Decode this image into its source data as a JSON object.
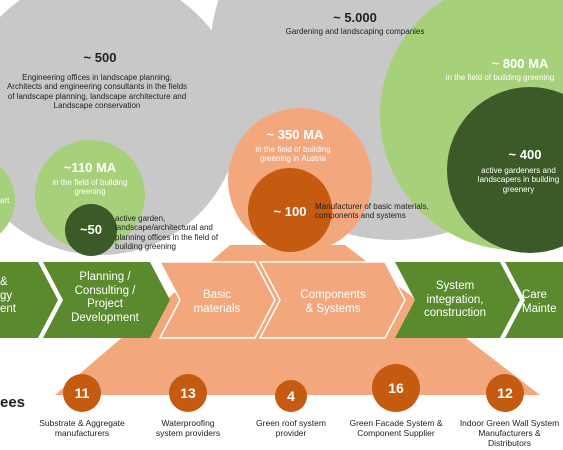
{
  "colors": {
    "gray": "#c8c8c8",
    "light_green": "#a6d07a",
    "dark_green": "#3c5a28",
    "peach": "#f3a77d",
    "orange": "#c55a11",
    "arrow_green": "#5b8a2e"
  },
  "circles": {
    "gardening": {
      "count": "~ 5.000",
      "label": "Gardening and landscaping companies"
    },
    "engineering": {
      "count": "~ 500",
      "label": "Engineering offices in landscape planning, Architects and engineering consultants in the fields of landscape planning, landscape architecture and Landscape conservation"
    },
    "ma110": {
      "count": "~110 MA",
      "label": "in the field of building greening"
    },
    "ma800": {
      "count": "~ 800 MA",
      "label": "in the field of building greening"
    },
    "planning50": {
      "count": "~50",
      "label": "active garden, landscape/architectural and planning offices in the field of building greening"
    },
    "gardeners400": {
      "count": "~ 400",
      "label": "active gardeners and landscapers in building greenery"
    },
    "ma350": {
      "count": "~ 350 MA",
      "label": "in the field of building greening in Austria"
    },
    "manufacturers100": {
      "count": "~ 100",
      "label": "Manufacturer of basic materials, components and systems"
    },
    "left_cut": {
      "label": "art"
    }
  },
  "chain": [
    {
      "label": "&\ngy\nent"
    },
    {
      "label": "Planning /\nConsulting /\nProject\nDevelopment"
    },
    {
      "label": "Basic\nmaterials"
    },
    {
      "label": "Components\n& Systems"
    },
    {
      "label": "System\nintegration,\nconstruction"
    },
    {
      "label": "Care\nMainte"
    }
  ],
  "left_heading": "ees",
  "products": [
    {
      "count": "11",
      "label": "Substrate & Aggregate\nmanufacturers"
    },
    {
      "count": "13",
      "label": "Waterproofing\nsystem providers"
    },
    {
      "count": "4",
      "label": "Green roof system\nprovider"
    },
    {
      "count": "16",
      "label": "Green Facade System &\nComponent Supplier"
    },
    {
      "count": "12",
      "label": "Indoor Green Wall System\nManufacturers & Distributors"
    }
  ]
}
